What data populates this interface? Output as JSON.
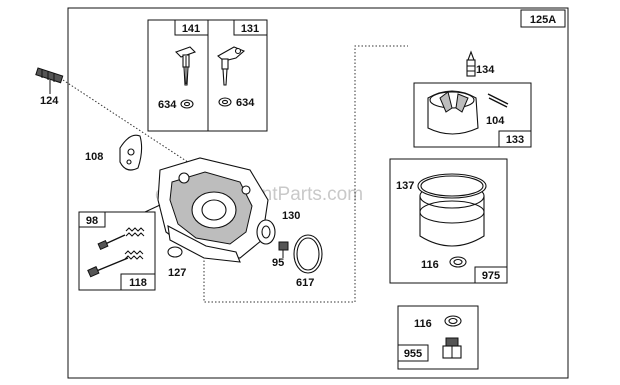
{
  "frame": {
    "box_label": "125A"
  },
  "watermark": "eReplacementParts.com",
  "parts": {
    "spring": "124",
    "throttle_shaft": "108",
    "gasket": "127",
    "seal": "130",
    "screw": "95",
    "oring": "617",
    "needle": "134",
    "float_pin": "104",
    "float": "137",
    "washer_bowl": "116",
    "washer_nut": "116"
  },
  "kits": {
    "k141": {
      "label": "141",
      "washer": "634"
    },
    "k131": {
      "label": "131",
      "washer": "634"
    },
    "k98": {
      "label": "98"
    },
    "k118": {
      "label": "118"
    },
    "k133": {
      "label": "133"
    },
    "k975": {
      "label": "975"
    },
    "k955": {
      "label": "955"
    }
  }
}
